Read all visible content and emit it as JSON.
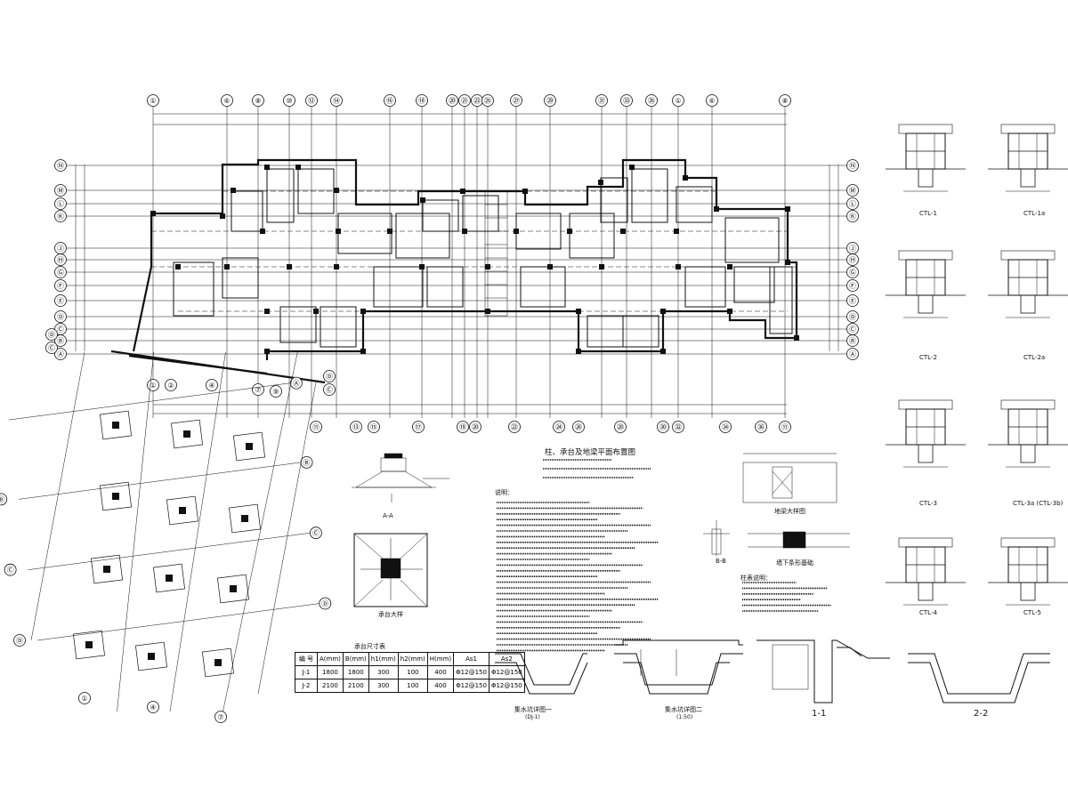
{
  "plan": {
    "top_axes": [
      "①",
      "⑥",
      "⑧",
      "⑩",
      "⑫",
      "⑭",
      "⑯",
      "⑱",
      "⑳",
      "㉑",
      "㉓",
      "㉕",
      "㉗",
      "㉙",
      "㉛",
      "㉝",
      "㉟"
    ],
    "bottom_axes": [
      "⑪",
      "⑬",
      "⑮",
      "⑰",
      "⑲",
      "⑳",
      "㉒",
      "㉔",
      "㉖",
      "㉘",
      "㉚",
      "㉜",
      "㉞",
      "㊱"
    ],
    "left_axes": [
      "Ⓝ",
      "Ⓜ",
      "Ⓛ",
      "Ⓚ",
      "Ⓙ",
      "Ⓗ",
      "Ⓖ",
      "Ⓕ",
      "Ⓔ",
      "Ⓓ",
      "Ⓒ",
      "Ⓑ",
      "Ⓐ"
    ],
    "right_axes": [
      "Ⓝ",
      "Ⓜ",
      "Ⓛ",
      "Ⓚ",
      "Ⓙ",
      "Ⓗ",
      "Ⓖ",
      "Ⓕ",
      "Ⓔ",
      "Ⓓ",
      "Ⓒ",
      "Ⓑ",
      "Ⓐ"
    ],
    "skew_axes": [
      "①",
      "②",
      "④",
      "⑦",
      "⑨"
    ],
    "grid_left_axes": [
      "Ⓐ",
      "Ⓑ",
      "Ⓒ",
      "Ⓓ",
      "Ⓔ"
    ],
    "grid_right_axes": [
      "Ⓐ",
      "Ⓑ",
      "Ⓒ",
      "Ⓓ",
      "Ⓔ"
    ]
  },
  "plan_title": "柱、承台及地梁平面布置图",
  "sections": {
    "aa": "A-A",
    "cap_detail": "承台大样",
    "bb": "B-B",
    "pit1": "集水坑详图一",
    "pit1_sub": "(DJ-1)",
    "pit2": "集水坑详图二",
    "pit2_sub": "(1:50)",
    "s11": "1-1",
    "s22": "2-2",
    "beam_detail": "地梁大样图",
    "wall_detail": "墙下条形基础"
  },
  "ctl_labels": [
    "CTL-1",
    "CTL-1a",
    "CTL-2",
    "CTL-2a",
    "CTL-3",
    "CTL-3a (CTL-3b)",
    "CTL-4",
    "CTL-5"
  ],
  "footing_table": {
    "title": "承台尺寸表",
    "headers": [
      "编 号",
      "A(mm)",
      "B(mm)",
      "h1(mm)",
      "h2(mm)",
      "H(mm)",
      "As1",
      "As2"
    ],
    "rows": [
      [
        "J-1",
        "1800",
        "1800",
        "300",
        "100",
        "400",
        "Φ12@150",
        "Φ12@150"
      ],
      [
        "J-2",
        "2100",
        "2100",
        "300",
        "100",
        "400",
        "Φ12@150",
        "Φ12@150"
      ]
    ]
  },
  "notes_title": "说明：",
  "legend_notes_title": "柱表说明："
}
